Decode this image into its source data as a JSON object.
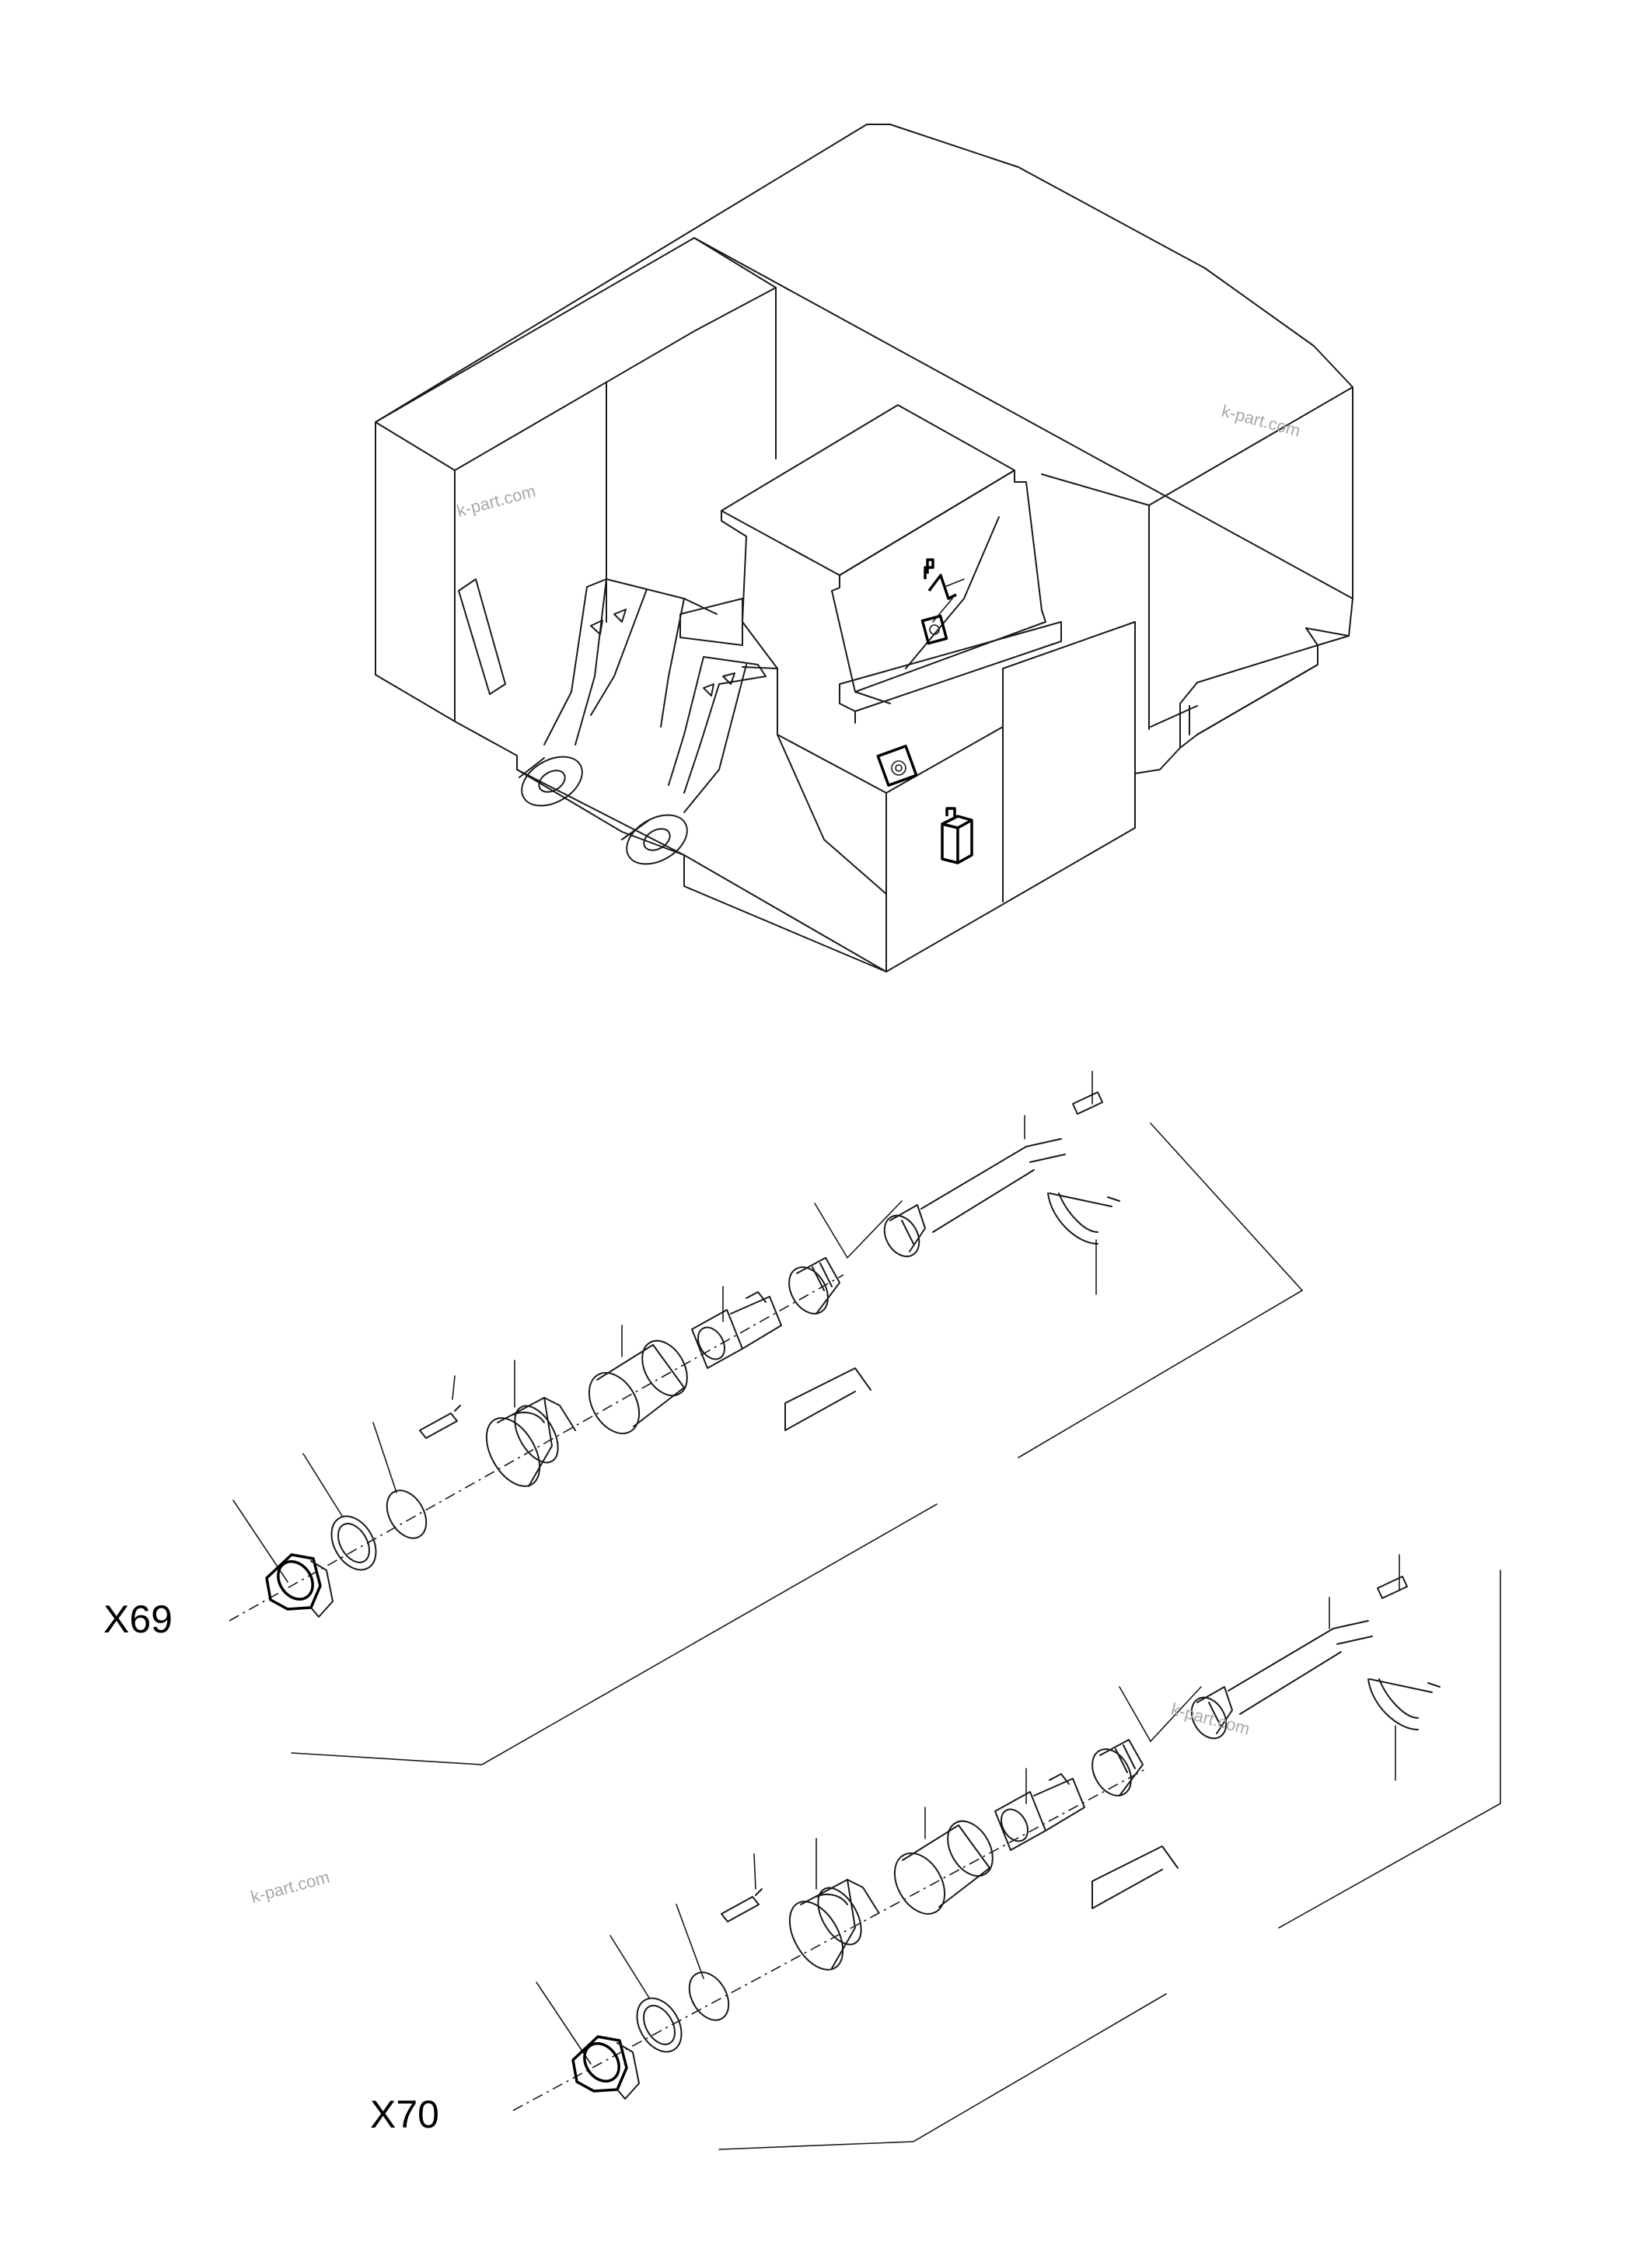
{
  "diagram": {
    "labels": {
      "x69": "X69",
      "x70": "X70"
    },
    "watermarks": {
      "top_left": "k-part.com",
      "top_right": "k-part.com",
      "mid_left": "k-part.com",
      "mid_right": "k-part.com"
    },
    "colors": {
      "line": "#1a1a1a",
      "watermark": "#a8a8a8",
      "background": "#ffffff"
    }
  }
}
